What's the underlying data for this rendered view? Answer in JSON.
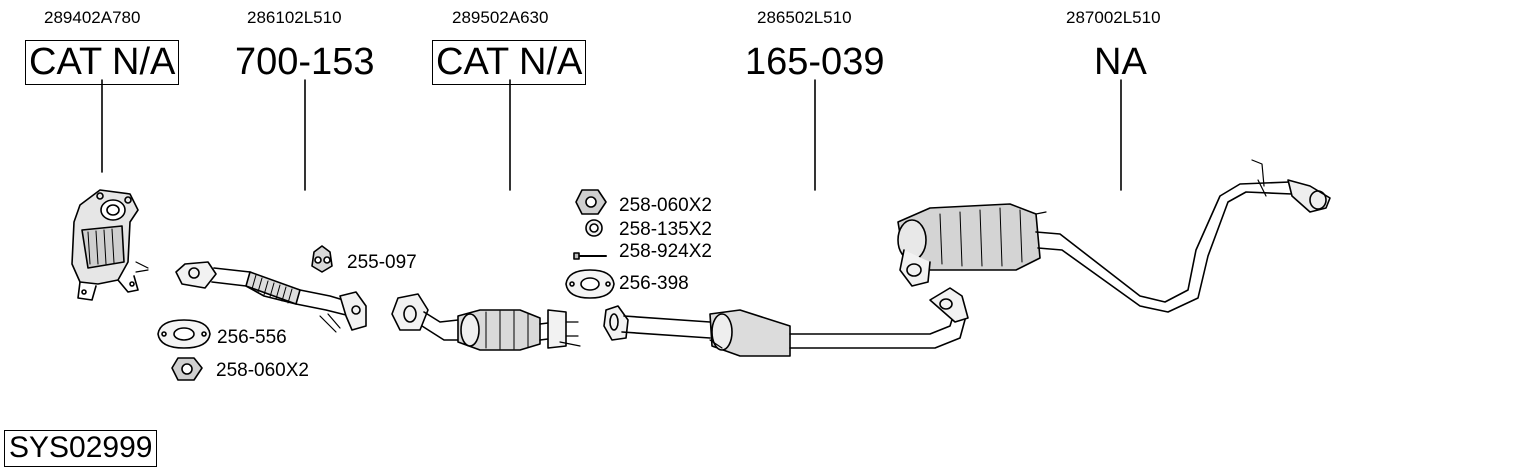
{
  "parts": [
    {
      "oem": "289402A780",
      "code": "CAT N/A"
    },
    {
      "oem": "286102L510",
      "code": "700-153"
    },
    {
      "oem": "289502A630",
      "code": "CAT N/A"
    },
    {
      "oem": "286502L510",
      "code": "165-039"
    },
    {
      "oem": "287002L510",
      "code": "NA"
    }
  ],
  "fittings": {
    "f1": "255-097",
    "f2": "256-556",
    "f3": "258-060X2",
    "f4": "258-060X2",
    "f5": "258-135X2",
    "f6": "258-924X2",
    "f7": "256-398"
  },
  "system_id": "SYS02999"
}
